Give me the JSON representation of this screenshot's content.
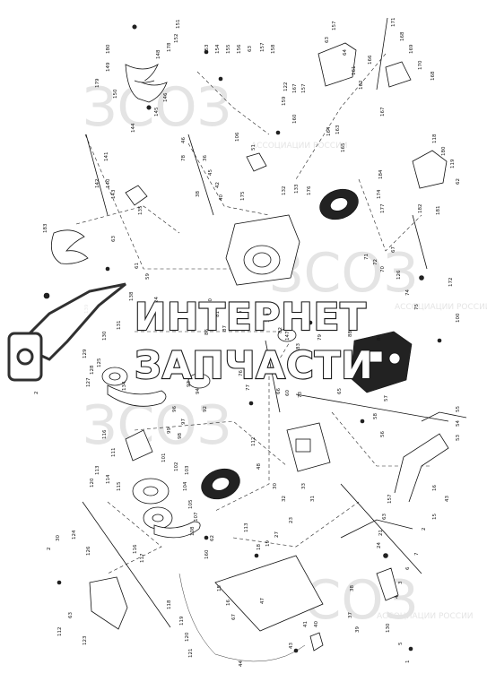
{
  "watermark": {
    "brand_line1": "ИНТЕРНЕТ",
    "brand_line2": "ЗАПЧАСТИ",
    "stamp_text": "АССОЦИАЦИИ РОССИИ",
    "logo_text": "ЗСОЗ"
  },
  "callouts": {
    "n1": "1",
    "n2": "2",
    "n3": "3",
    "n4": "4",
    "n5": "5",
    "n6": "6",
    "n7": "7",
    "n15": "15",
    "n16": "16",
    "n18": "18",
    "n19": "19",
    "n21": "21",
    "n23": "23",
    "n24": "24",
    "n27": "27",
    "n30": "30",
    "n31": "31",
    "n32": "32",
    "n33": "33",
    "n36": "36",
    "n37": "37",
    "n38": "38",
    "n39": "39",
    "n40": "40",
    "n41": "41",
    "n42": "42",
    "n43": "43",
    "n44": "44",
    "n45": "45",
    "n46": "46",
    "n47": "47",
    "n48": "48",
    "n51": "51",
    "n53": "53",
    "n54": "54",
    "n55": "55",
    "n56": "56",
    "n57": "57",
    "n58": "58",
    "n59": "59",
    "n60": "60",
    "n61": "61",
    "n62": "62",
    "n63": "63",
    "n64": "64",
    "n65": "65",
    "n66": "66",
    "n67": "67",
    "n69": "69",
    "n70": "70",
    "n71": "71",
    "n72": "72",
    "n73": "73",
    "n74": "74",
    "n75": "75",
    "n76": "76",
    "n77": "77",
    "n78": "78",
    "n79": "79",
    "n80": "80",
    "n81": "81",
    "n82": "82",
    "n83": "83",
    "n84": "84",
    "n86": "86",
    "n87": "87",
    "n88": "88",
    "n89": "89",
    "n90": "90",
    "n91": "91",
    "n92": "92",
    "n93": "93",
    "n94": "94",
    "n95": "95",
    "n96": "96",
    "n97": "97",
    "n98": "98",
    "n99": "99",
    "n100": "100",
    "n101": "101",
    "n102": "102",
    "n103": "103",
    "n104": "104",
    "n105": "105",
    "n106": "106",
    "n107": "107",
    "n108": "108",
    "n110": "110",
    "n111": "111",
    "n112": "112",
    "n113": "113",
    "n114": "114",
    "n115": "115",
    "n116": "116",
    "n117": "117",
    "n118": "118",
    "n119": "119",
    "n120": "120",
    "n121": "121",
    "n122": "122",
    "n123": "123",
    "n124": "124",
    "n125": "125",
    "n126": "126",
    "n127": "127",
    "n128": "128",
    "n129": "129",
    "n130": "130",
    "n131": "131",
    "n132": "132",
    "n133": "133",
    "n134": "134",
    "n135": "135",
    "n138": "138",
    "n139": "139",
    "n140": "140",
    "n141": "141",
    "n142": "142",
    "n143": "143",
    "n144": "144",
    "n145": "145",
    "n146": "146",
    "n147": "147",
    "n148": "148",
    "n149": "149",
    "n150": "150",
    "n151": "151",
    "n152": "152",
    "n153": "153",
    "n154": "154",
    "n155": "155",
    "n156": "156",
    "n157": "157",
    "n158": "158",
    "n159": "159",
    "n160": "160",
    "n161": "161",
    "n162": "162",
    "n163": "163",
    "n164": "164",
    "n165": "165",
    "n166": "166",
    "n167": "167",
    "n168": "168",
    "n169": "169",
    "n170": "170",
    "n171": "171",
    "n172": "172",
    "n173": "173",
    "n174": "174",
    "n175": "175",
    "n176": "176",
    "n177": "177",
    "n178": "178",
    "n179": "179",
    "n180": "180",
    "n181": "181",
    "n182": "182",
    "n183": "183",
    "n184": "184"
  },
  "icons": {
    "watermark_logo": "chainsaw-logo-icon",
    "parts": [
      "auger-icon",
      "tire-icon",
      "engine-icon",
      "chute-icon",
      "handle-icon",
      "belt-icon",
      "pulley-icon",
      "housing-icon",
      "cable-icon",
      "skid-shoe-icon"
    ]
  }
}
